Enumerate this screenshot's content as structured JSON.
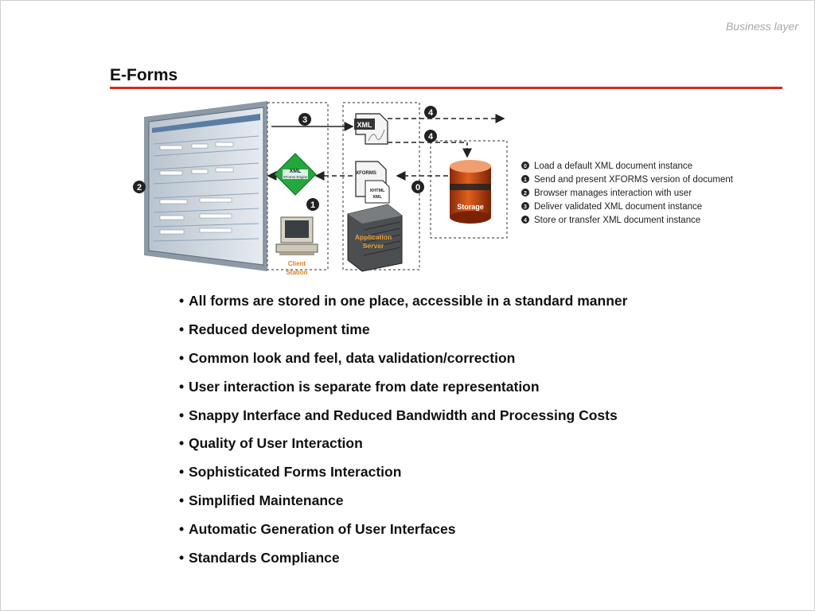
{
  "header": {
    "section": "Business layer"
  },
  "slide": {
    "title": "E-Forms"
  },
  "diagram": {
    "steps": [
      {
        "number": "0",
        "label": "Load a default XML document instance"
      },
      {
        "number": "1",
        "label": "Send and present XFORMS version of document"
      },
      {
        "number": "2",
        "label": "Browser manages interaction with user"
      },
      {
        "number": "3",
        "label": "Deliver validated XML document instance"
      },
      {
        "number": "4",
        "label": "Store or transfer XML document instance"
      }
    ],
    "labels": {
      "xml_doc": "XML",
      "xforms_doc": "XFORMS",
      "xhtml": "XHTML",
      "xml_small": "XML",
      "xml_diamond": "XML",
      "xforms_engine": "XForms Engine",
      "storage": "Storage",
      "app_server_line1": "Application",
      "app_server_line2": "Server",
      "client_line1": "Client",
      "client_line2": "Station"
    },
    "flow_numbers": {
      "n3": "3",
      "n4_top": "4",
      "n4_mid": "4",
      "n0": "0",
      "n1": "1",
      "n2": "2"
    },
    "colors": {
      "accent_rule": "#d8281c",
      "storage": "#d4541a",
      "label_orange": "#e07b1a",
      "diamond": "#22a83c"
    }
  },
  "bullets": [
    "All forms are stored in one place, accessible in a standard manner",
    "Reduced development time",
    "Common look and feel, data validation/correction",
    "User interaction is separate from date representation",
    "Snappy Interface and Reduced Bandwidth and Processing Costs",
    "Quality of User Interaction",
    "Sophisticated Forms Interaction",
    "Simplified Maintenance",
    "Automatic Generation of User Interfaces",
    "Standards Compliance"
  ]
}
